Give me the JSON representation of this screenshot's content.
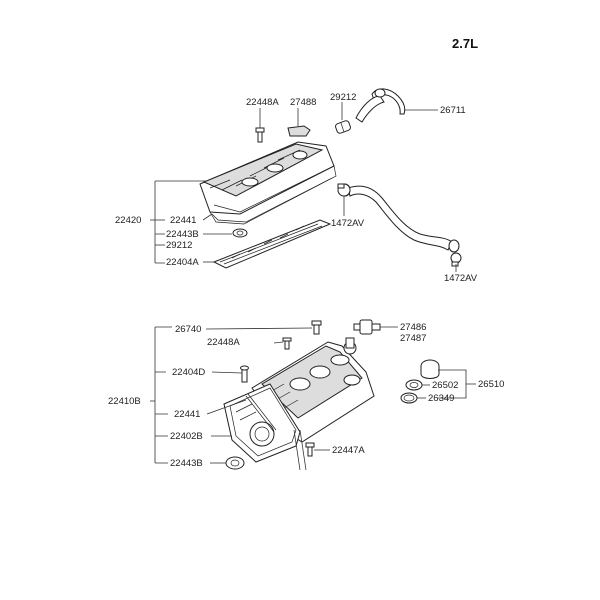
{
  "engine_label": "2.7L",
  "upper_assembly": {
    "labels": {
      "p22448A": "22448A",
      "p27488": "27488",
      "p29212_top": "29212",
      "p26711": "26711",
      "p22420": "22420",
      "p22441": "22441",
      "p22443B": "22443B",
      "p29212": "29212",
      "p22404A": "22404A",
      "p1472AV_a": "1472AV",
      "p1472AV_b": "1472AV"
    }
  },
  "lower_assembly": {
    "labels": {
      "p26740": "26740",
      "p22448A": "22448A",
      "p22404D": "22404D",
      "p22410B": "22410B",
      "p22441": "22441",
      "p22402B": "22402B",
      "p22443B": "22443B",
      "p22447A": "22447A",
      "p27486": "27486",
      "p27487": "27487",
      "p26502": "26502",
      "p26510": "26510",
      "p26349": "26349"
    }
  }
}
